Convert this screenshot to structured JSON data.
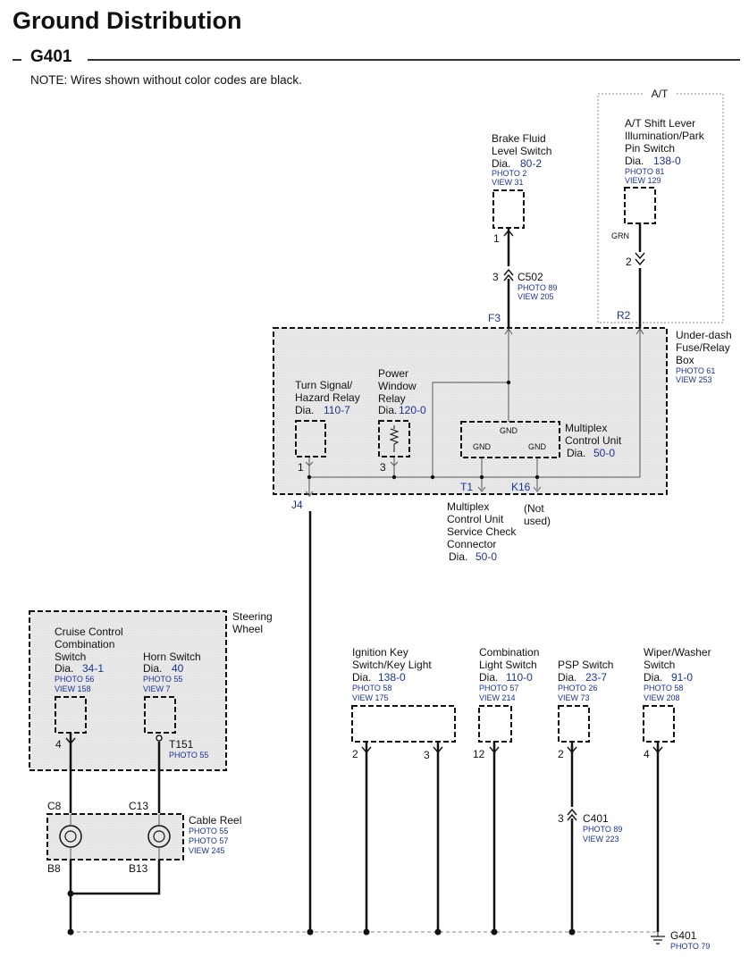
{
  "title": "Ground Distribution",
  "section": "G401",
  "note": "NOTE: Wires shown without color codes are black.",
  "at_group": {
    "tag": "A/T",
    "component": {
      "name": [
        "A/T Shift Lever",
        "Illumination/Park",
        "Pin Switch"
      ],
      "dia_label": "Dia.",
      "dia": "138-0",
      "photo": "PHOTO 81",
      "view": "VIEW 129"
    },
    "wire_color": "GRN",
    "pin": "2",
    "terminal": "R2"
  },
  "brake_fluid": {
    "name": [
      "Brake Fluid",
      "Level Switch"
    ],
    "dia_label": "Dia.",
    "dia": "80-2",
    "photo": "PHOTO 2",
    "view": "VIEW 31",
    "pin": "1",
    "connector": {
      "pin": "3",
      "name": "C502",
      "photo": "PHOTO 89",
      "view": "VIEW 205"
    },
    "terminal": "F3"
  },
  "fuse_box": {
    "name": [
      "Under-dash",
      "Fuse/Relay",
      "Box"
    ],
    "photo": "PHOTO 61",
    "view": "VIEW 253",
    "turn_signal": {
      "name": [
        "Turn Signal/",
        "Hazard Relay"
      ],
      "dia_label": "Dia.",
      "dia": "110-7",
      "pin": "1"
    },
    "power_window": {
      "name": [
        "Power",
        "Window",
        "Relay"
      ],
      "dia_label": "Dia.",
      "dia": "120-0",
      "pin": "3"
    },
    "multiplex": {
      "name": [
        "Multiplex",
        "Control Unit"
      ],
      "dia_label": "Dia.",
      "dia": "50-0",
      "gnd": "GND"
    },
    "terminals": {
      "j4": "J4",
      "t1": "T1",
      "k16": "K16"
    }
  },
  "service_connector": {
    "name": [
      "Multiplex",
      "Control Unit",
      "Service Check",
      "Connector"
    ],
    "dia_label": "Dia.",
    "dia": "50-0"
  },
  "not_used": [
    "(Not",
    "used)"
  ],
  "steering_wheel": {
    "label": [
      "Steering",
      "Wheel"
    ],
    "cruise": {
      "name": [
        "Cruise Control",
        "Combination",
        "Switch"
      ],
      "dia_label": "Dia.",
      "dia": "34-1",
      "photo": "PHOTO 56",
      "view": "VIEW 158",
      "pin": "4"
    },
    "horn": {
      "name": [
        "Horn Switch"
      ],
      "dia_label": "Dia.",
      "dia": "40",
      "photo": "PHOTO 55",
      "view": "VIEW 7",
      "terminal": "T151",
      "terminal_photo": "PHOTO 55"
    }
  },
  "cable_reel": {
    "name": "Cable Reel",
    "photo1": "PHOTO 55",
    "photo2": "PHOTO 57",
    "view": "VIEW 245",
    "c8": "C8",
    "c13": "C13",
    "b8": "B8",
    "b13": "B13"
  },
  "ignition": {
    "name": [
      "Ignition Key",
      "Switch/Key Light"
    ],
    "dia_label": "Dia.",
    "dia": "138-0",
    "photo": "PHOTO 58",
    "view": "VIEW 175",
    "pin_a": "2",
    "pin_b": "3"
  },
  "combination_light": {
    "name": [
      "Combination",
      "Light Switch"
    ],
    "dia_label": "Dia.",
    "dia": "110-0",
    "photo": "PHOTO 57",
    "view": "VIEW 214",
    "pin": "12"
  },
  "psp": {
    "name": [
      "PSP Switch"
    ],
    "dia_label": "Dia.",
    "dia": "23-7",
    "photo": "PHOTO 26",
    "view": "VIEW 73",
    "pin": "2",
    "connector": {
      "pin": "3",
      "name": "C401",
      "photo": "PHOTO 89",
      "view": "VIEW 223"
    }
  },
  "wiper": {
    "name": [
      "Wiper/Washer",
      "Switch"
    ],
    "dia_label": "Dia.",
    "dia": "91-0",
    "photo": "PHOTO 58",
    "view": "VIEW 208",
    "pin": "4"
  },
  "ground": {
    "name": "G401",
    "photo": "PHOTO 79"
  },
  "colors": {
    "box_fill": "#ebebeb",
    "link_blue": "#1a3399",
    "wire": "#111111"
  }
}
